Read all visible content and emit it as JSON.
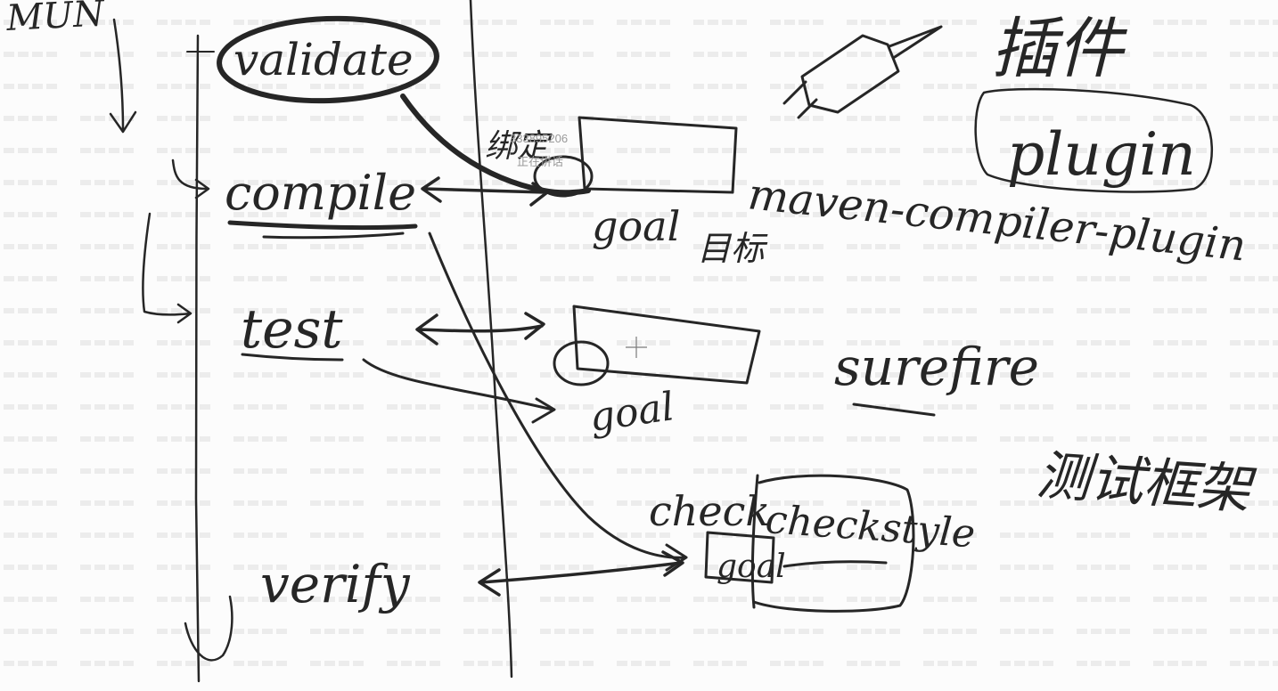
{
  "lifecycle": {
    "run_label": "MUN",
    "phases": [
      "validate",
      "compile",
      "test",
      "verify"
    ]
  },
  "plugin": {
    "title_zh": "插件",
    "title_en": "plugin"
  },
  "binding": {
    "bind_label_zh": "绑定",
    "goal_label": "goal",
    "goal_meaning_zh": "目标"
  },
  "plugins": {
    "compiler": "maven-compiler-plugin",
    "surefire": "surefire",
    "surefire_note_zh": "测试框架",
    "check_label": "check",
    "checkstyle": "checkstyle",
    "checkstyle_goal": "goal"
  },
  "watermark": {
    "line1": "333895206",
    "line2": "正在讲话"
  },
  "colors": {
    "ink": "#262626",
    "background": "#fcfcfc",
    "watermark": "#9a9a9a"
  }
}
